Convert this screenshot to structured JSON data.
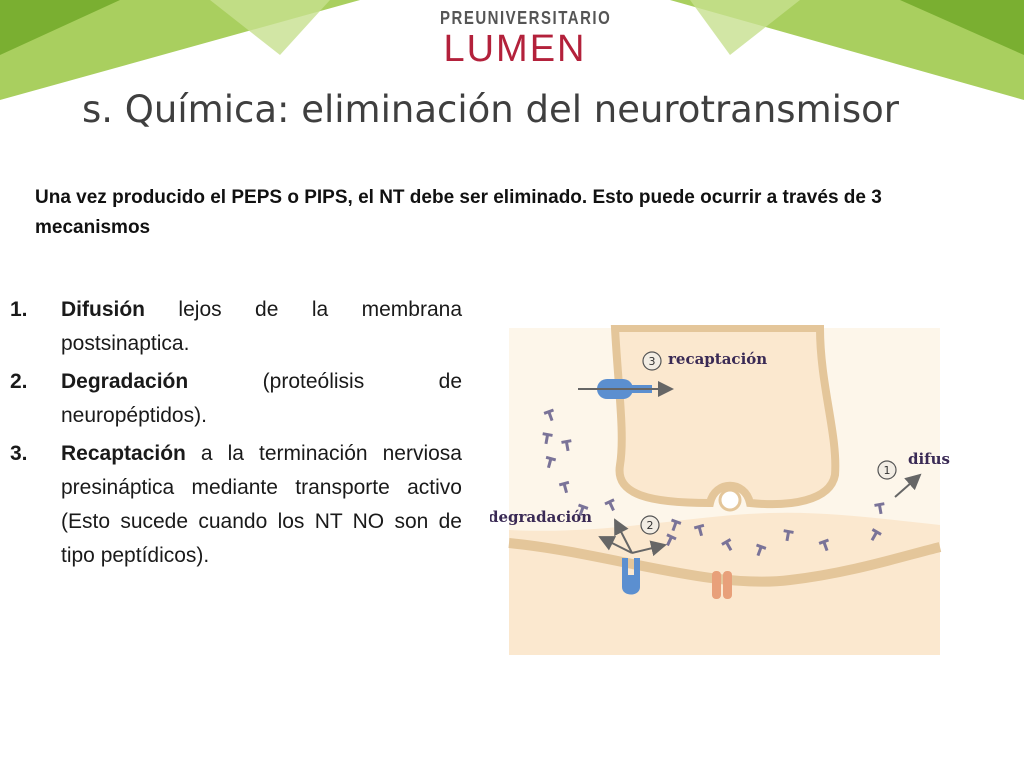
{
  "logo": {
    "top": "PREUNIVERSITARIO",
    "main": "LUMEN"
  },
  "title": "s. Química: eliminación del neurotransmisor",
  "intro": "Una vez producido el PEPS o PIPS, el NT debe ser eliminado. Esto puede ocurrir a través de 3 mecanismos",
  "items": [
    {
      "num": "1.",
      "term": "Difusión",
      "rest": " lejos de la membrana postsinaptica."
    },
    {
      "num": "2.",
      "term": "Degradación",
      "rest": " (proteólisis de neuropéptidos)."
    },
    {
      "num": "3.",
      "term": "Recaptación",
      "rest": " a la terminación nerviosa presináptica mediante transporte activo (Esto sucede cuando los NT NO son de tipo peptídicos)."
    }
  ],
  "figure": {
    "labels": {
      "recaptacion": "recaptación",
      "difusion": "difusión",
      "degradacion": "degradación"
    },
    "badges": {
      "one": "1",
      "two": "2",
      "three": "3"
    }
  },
  "colors": {
    "green_light": "#a9cf5f",
    "green_dark": "#72a929",
    "logo_red": "#b3213b",
    "cell_fill": "#fbe8cf",
    "membrane": "#e4c69a",
    "transporter_blue": "#5b8fd0",
    "channel_orange": "#e8a07a",
    "nt_purple": "#7a7398"
  }
}
